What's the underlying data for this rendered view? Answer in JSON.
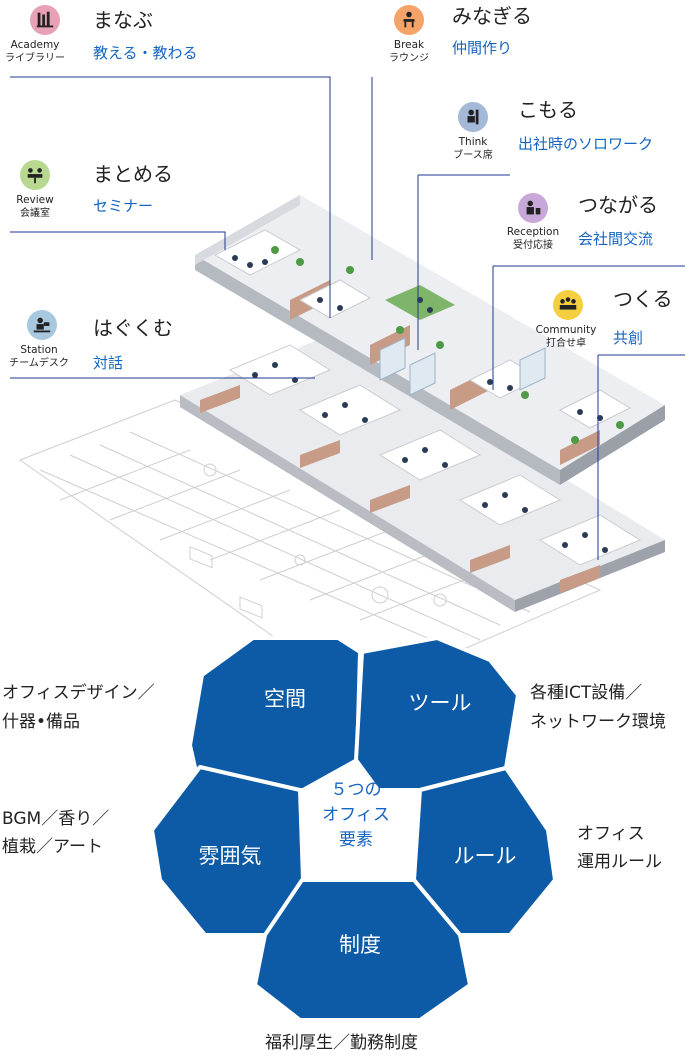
{
  "zones": {
    "academy": {
      "en": "Academy",
      "jp": "ライブラリー",
      "title": "まなぶ",
      "subtitle": "教える・教わる",
      "icon": "books-icon",
      "color": "#e8a0b4"
    },
    "break": {
      "en": "Break",
      "jp": "ラウンジ",
      "title": "みなぎる",
      "subtitle": "仲間作り",
      "icon": "lounge-icon",
      "color": "#f4a468"
    },
    "think": {
      "en": "Think",
      "jp": "ブース席",
      "title": "こもる",
      "subtitle": "出社時のソロワーク",
      "icon": "booth-icon",
      "color": "#a4b8d8"
    },
    "review": {
      "en": "Review",
      "jp": "会議室",
      "title": "まとめる",
      "subtitle": "セミナー",
      "icon": "meeting-icon",
      "color": "#b8d890"
    },
    "reception": {
      "en": "Reception",
      "jp": "受付応接",
      "title": "つながる",
      "subtitle": "会社間交流",
      "icon": "reception-icon",
      "color": "#c8a8d8"
    },
    "station": {
      "en": "Station",
      "jp": "チームデスク",
      "title": "はぐくむ",
      "subtitle": "対話",
      "icon": "desk-icon",
      "color": "#a8c8e0"
    },
    "community": {
      "en": "Community",
      "jp": "打合せ卓",
      "title": "つくる",
      "subtitle": "共創",
      "icon": "team-icon",
      "color": "#f4d040"
    }
  },
  "elements": {
    "center_line1": "５つの",
    "center_line2": "オフィス",
    "center_line3": "要素",
    "space": {
      "label": "空間",
      "desc_line1": "オフィスデザイン／",
      "desc_line2": "什器•備品"
    },
    "tools": {
      "label": "ツール",
      "desc_line1": "各種ICT設備／",
      "desc_line2": "ネットワーク環境"
    },
    "mood": {
      "label": "雰囲気",
      "desc_line1": "BGM／香り／",
      "desc_line2": "植栽／アート"
    },
    "rules": {
      "label": "ルール",
      "desc_line1": "オフィス",
      "desc_line2": "運用ルール"
    },
    "system": {
      "label": "制度",
      "desc_line1": "福利厚生／勤務制度"
    }
  },
  "colors": {
    "hex_fill": "#0d5ba6",
    "accent_blue": "#1565c0",
    "leader_line": "#1f3a93"
  }
}
